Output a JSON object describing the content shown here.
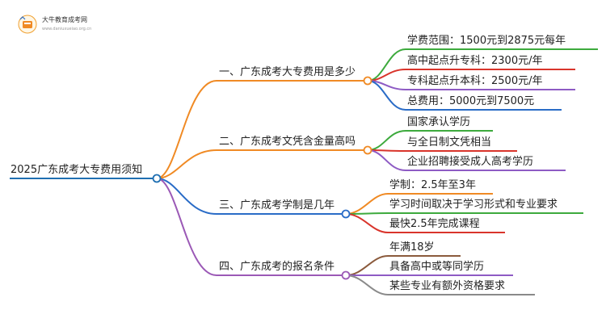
{
  "logo": {
    "name": "大牛教育成考网",
    "url": "www.daniuxueiao.org.cn"
  },
  "root": "2025广东成考大专费用须知",
  "colors": {
    "root": "#1f6fb2",
    "branch1": "#f08a24",
    "branch2": "#f08a24",
    "branch3": "#2a6cc7",
    "branch4": "#9b59b6",
    "green": "#3daa3d",
    "red": "#d9342b",
    "purple": "#8e5bc4",
    "blue": "#2a6cc7",
    "brown": "#8b5a3c"
  },
  "branches": [
    {
      "label": "一、广东成考大专费用是多少",
      "leaves": [
        "学费范围：1500元到2875元每年",
        "高中起点升专科：2300元/年",
        "专科起点升本科：2500元/年",
        "总费用：5000元到7500元"
      ]
    },
    {
      "label": "二、广东成考文凭含金量高吗",
      "leaves": [
        "国家承认学历",
        "与全日制文凭相当",
        "企业招聘接受成人高考学历"
      ]
    },
    {
      "label": "三、广东成考学制是几年",
      "leaves": [
        "学制：2.5年至3年",
        "学习时间取决于学习形式和专业要求",
        "最快2.5年完成课程"
      ]
    },
    {
      "label": "四、广东成考的报名条件",
      "leaves": [
        "年满18岁",
        "具备高中或等同学历",
        "某些专业有额外资格要求"
      ]
    }
  ]
}
